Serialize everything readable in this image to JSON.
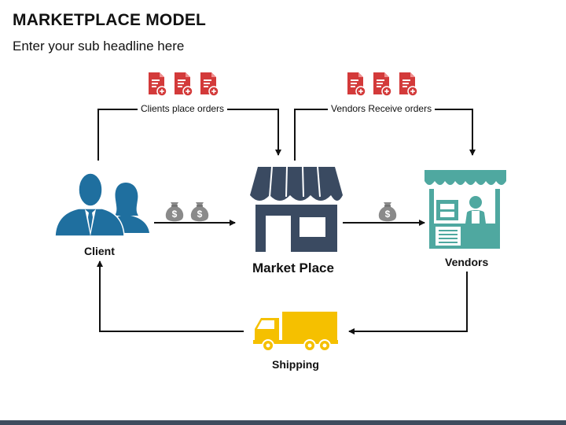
{
  "header": {
    "title": "MARKETPLACE MODEL",
    "subtitle": "Enter your sub headline here"
  },
  "nodes": {
    "client": {
      "label": "Client",
      "icon": "client-people-icon"
    },
    "marketplace": {
      "label": "Market Place",
      "icon": "store-icon"
    },
    "vendors": {
      "label": "Vendors",
      "icon": "vendor-stall-icon"
    },
    "shipping": {
      "label": "Shipping",
      "icon": "truck-icon"
    }
  },
  "flows": {
    "clients_place_orders": "Clients place orders",
    "vendors_receive_orders": "Vendors Receive orders"
  },
  "icons": {
    "order_document": "order-document-icon",
    "money_bag": "money-bag-icon",
    "money_symbol": "$"
  },
  "colors": {
    "document_red": "#d33a3a",
    "people_blue": "#1f6f9f",
    "store_navy": "#3a4a61",
    "stall_teal": "#4fa8a0",
    "truck_yellow": "#f5c000",
    "money_gray": "#8a8a8a",
    "bottom_bar": "#3e4c5e"
  }
}
